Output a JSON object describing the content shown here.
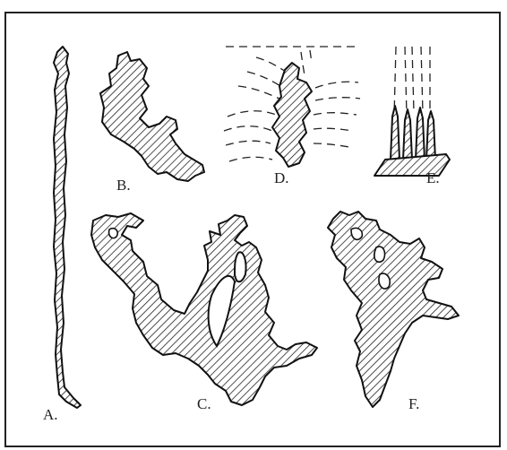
{
  "figure": {
    "panels": [
      {
        "id": "A",
        "label": "A."
      },
      {
        "id": "B",
        "label": "B."
      },
      {
        "id": "C",
        "label": "C."
      },
      {
        "id": "D",
        "label": "D."
      },
      {
        "id": "E",
        "label": "E."
      },
      {
        "id": "F",
        "label": "F."
      }
    ]
  }
}
